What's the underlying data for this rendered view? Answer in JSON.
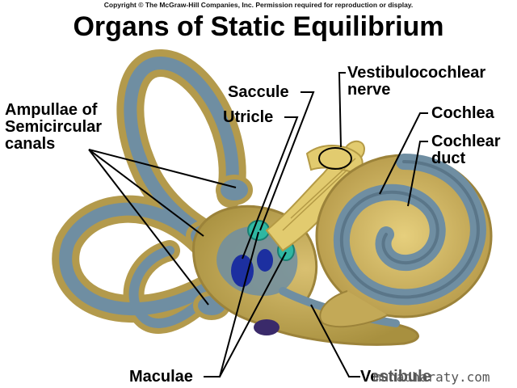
{
  "copyright": "Copyright © The McGraw-Hill Companies, Inc. Permission required for reproduction or display.",
  "title": "Organs of Static Equilibrium",
  "labels": {
    "saccule": "Saccule",
    "utricle": "Utricle",
    "nerve_line1": "Vestibulocochlear",
    "nerve_line2": "nerve",
    "cochlea": "Cochlea",
    "duct_line1": "Cochlear",
    "duct_line2": "duct",
    "ampullae_line1": "Ampullae of",
    "ampullae_line2": "Semicircular",
    "ampullae_line3": "canals",
    "maculae": "Maculae",
    "vestibule": "Vestibule"
  },
  "watermark": "muhadharaty.com",
  "colors": {
    "bone": "#c9b064",
    "bone_dark": "#a58c3e",
    "membrane": "#6f8ea2",
    "membrane_dark": "#4c6678",
    "nerve": "#e2cb6f",
    "macula": "#1c2fa0",
    "macula_green": "#2fb7a2"
  }
}
